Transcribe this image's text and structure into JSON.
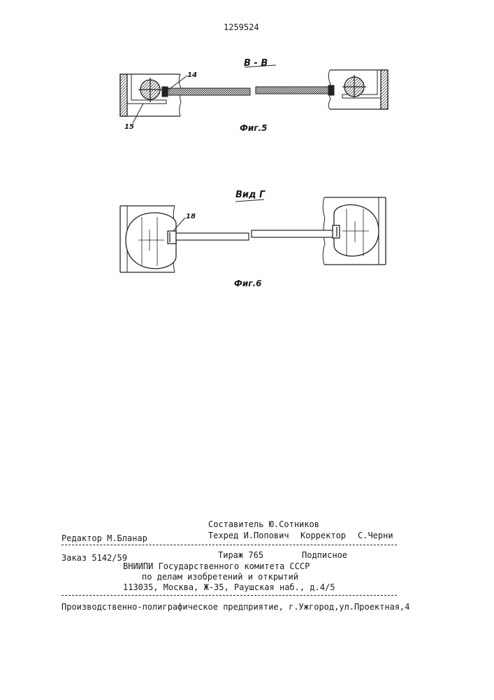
{
  "patent_number": "1259524",
  "figures": {
    "fig5": {
      "section_label": "В - В",
      "caption": "Фиг.5",
      "callouts": [
        "14",
        "15"
      ]
    },
    "fig6": {
      "view_label": "Вид Г",
      "caption": "Фиг.6",
      "callouts": [
        "18"
      ]
    }
  },
  "imprint": {
    "compiler": "Составитель Ю.Сотников",
    "editor": "Редактор М.Бланар",
    "techred": "Техред И.Попович",
    "corrector_label": "Корректор",
    "corrector_name": "С.Черни",
    "order": "Заказ 5142/59",
    "circulation": "Тираж 765",
    "subscription": "Подписное",
    "org_line1": "ВНИИПИ Государственного комитета СССР",
    "org_line2": "по делам изобретений и открытий",
    "address": "113035, Москва, Ж-35, Раушская наб., д.4/5",
    "printer": "Производственно-полиграфическое предприятие, г.Ужгород,ул.Проектная,4"
  }
}
